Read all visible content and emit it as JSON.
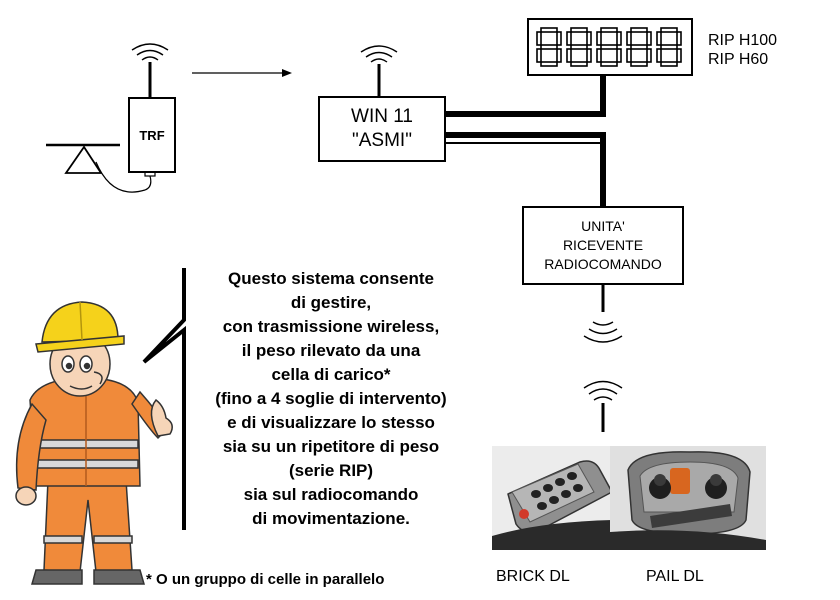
{
  "trf": {
    "label": "TRF"
  },
  "win_box": {
    "line1": "WIN 11",
    "line2": "\"ASMI\""
  },
  "display": {
    "digits": "88888"
  },
  "rip": {
    "line1": "RIP H100",
    "line2": "RIP H60"
  },
  "receiver": {
    "line1": "UNITA'",
    "line2": "RICEVENTE",
    "line3": "RADIOCOMANDO"
  },
  "description": {
    "lines": [
      "Questo sistema consente",
      "di gestire,",
      "con trasmissione wireless,",
      "il peso rilevato da una",
      "cella di carico*",
      "(fino a 4 soglie di intervento)",
      "e di visualizzare lo stesso",
      "sia su un ripetitore di peso",
      "(serie RIP)",
      "sia sul radiocomando",
      "di movimentazione."
    ]
  },
  "footnote": "* O un gruppo di celle in parallelo",
  "products": {
    "brick": "BRICK DL",
    "pail": "PAIL DL"
  },
  "colors": {
    "line": "#000000",
    "display_segment": "#000000",
    "helmet": "#f5d21b",
    "suit": "#f08a3a",
    "reflective": "#d9d9d9"
  }
}
